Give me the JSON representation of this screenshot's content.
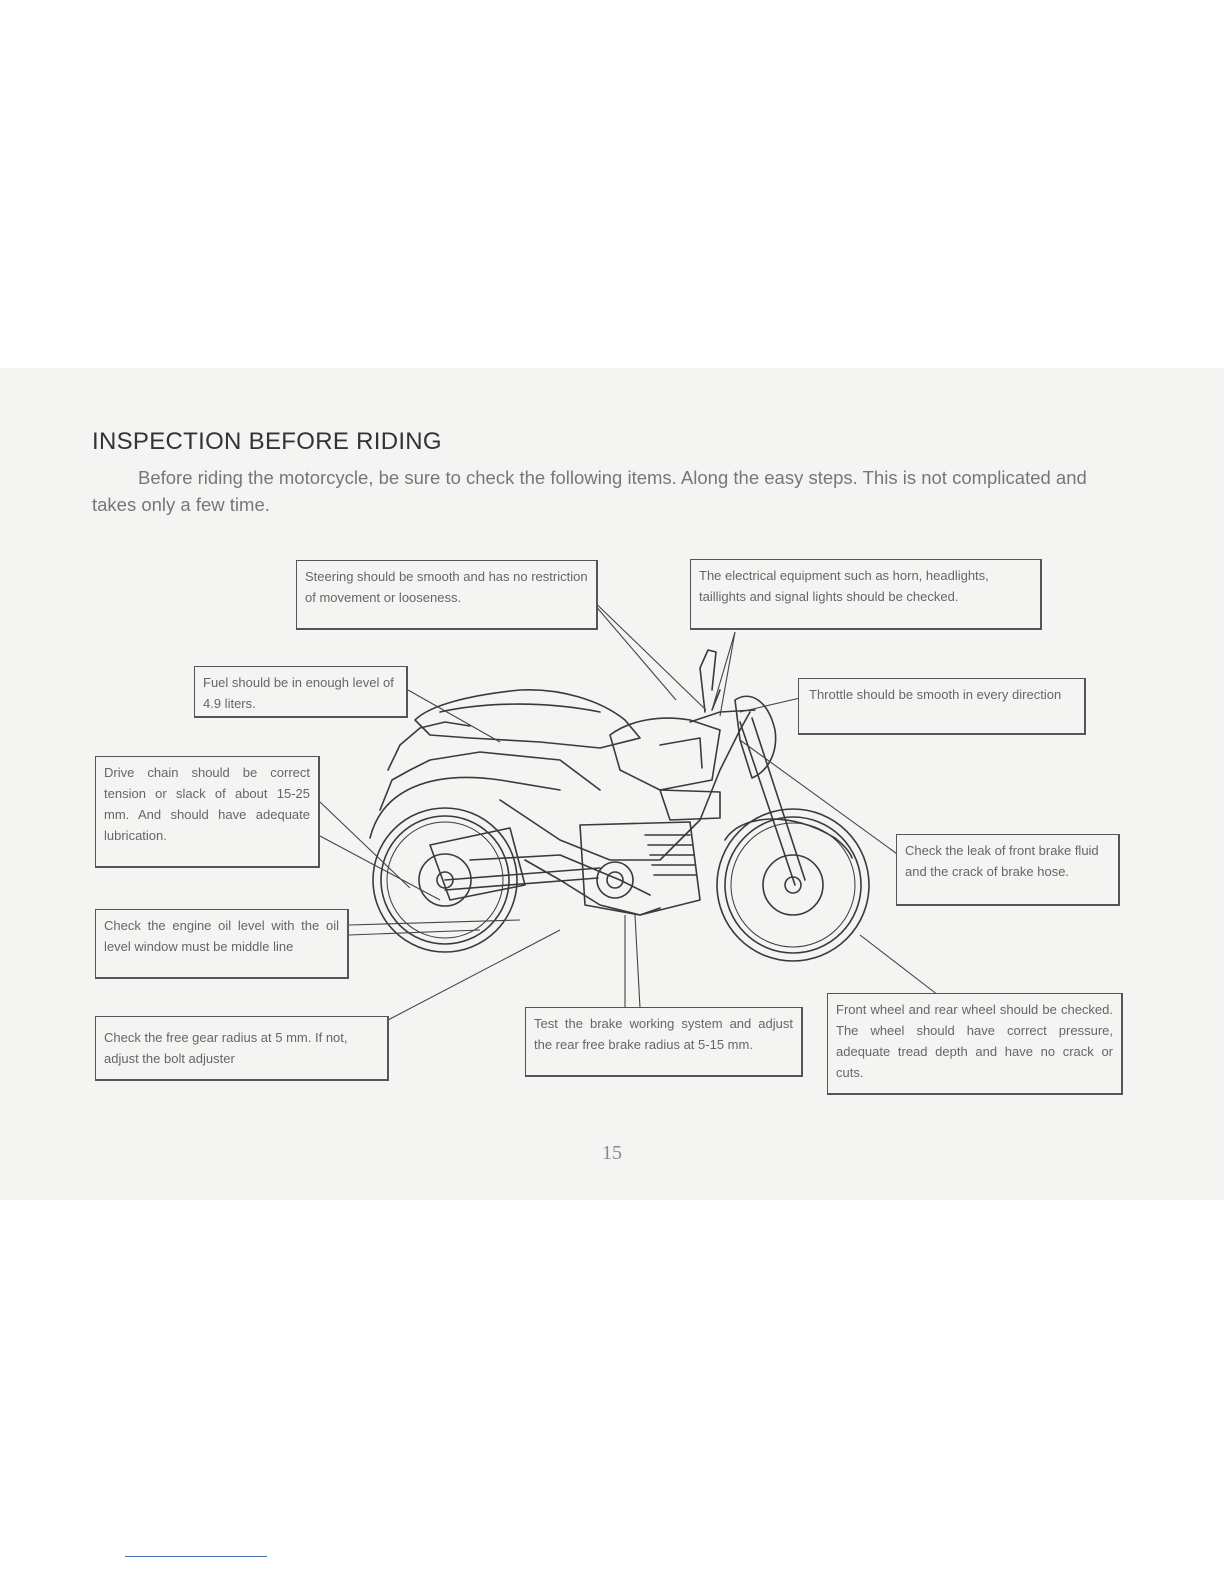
{
  "title": "INSPECTION BEFORE RIDING",
  "intro": "Before riding the motorcycle, be sure to check the following items. Along the easy steps. This is not complicated and takes only a few time.",
  "callouts": {
    "steering": "Steering should be smooth and has no restriction of movement or looseness.",
    "electrical": "The electrical equipment such as horn, headlights, taillights and signal lights should be checked.",
    "fuel": "Fuel should be in enough level of 4.9 liters.",
    "throttle": "Throttle should be smooth in every direction",
    "drive_chain": "Drive chain should be correct tension or slack of about 15-25 mm. And should have adequate lubrication.",
    "front_brake": "Check the leak of front brake fluid and the crack of brake hose.",
    "engine_oil": "Check the engine oil level with the oil level window must be middle line",
    "gear": "Check the free gear radius at 5 mm. If not, adjust the bolt adjuster",
    "rear_brake": "Test the brake working system and adjust the rear free brake radius at 5-15 mm.",
    "wheels": "Front wheel and rear wheel should be checked. The wheel should have correct pressure, adequate tread depth and have no crack or cuts."
  },
  "page_number": "15"
}
